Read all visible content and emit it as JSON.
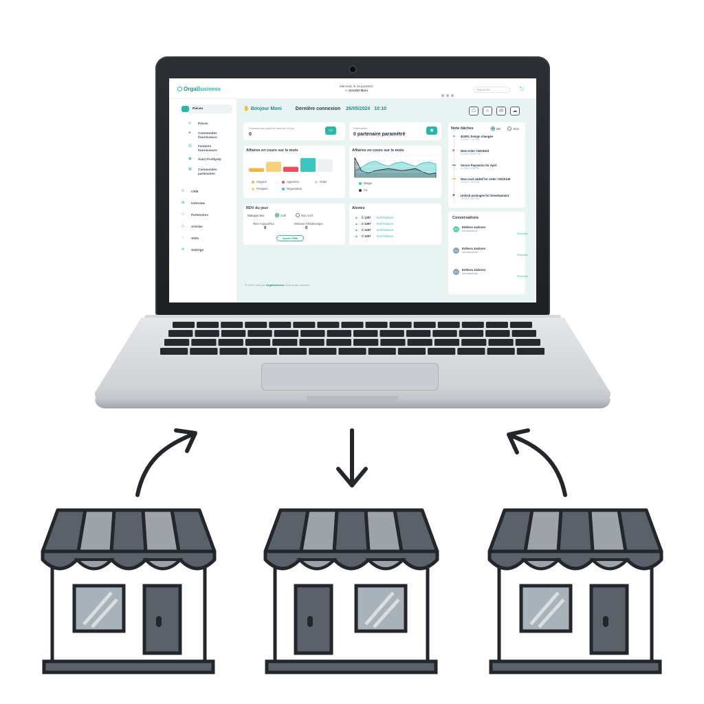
{
  "app": {
    "logo_prefix": "Orga",
    "logo_suffix": "Business",
    "date": "Mercredi, le 19 juin2024",
    "user": "AOUAD Moni",
    "search_placeholder": "Orgazone",
    "exit_icon": "logout-icon"
  },
  "sidebar": {
    "active": "Pièces",
    "sub_items": [
      {
        "label": "Pièces",
        "icon": "parts-icon"
      },
      {
        "label": "Commandes fournisseurs",
        "icon": "orders-icon"
      },
      {
        "label": "Factures fournisseurs",
        "icon": "invoice-icon"
      },
      {
        "label": "Suivi Prod/prép",
        "icon": "tracking-icon"
      },
      {
        "label": "Commandes partenaires",
        "icon": "partner-orders-icon"
      }
    ],
    "items": [
      {
        "label": "CRM",
        "icon": "phone-icon"
      },
      {
        "label": "Interview",
        "icon": "car-icon"
      },
      {
        "label": "Partenaires",
        "icon": "users-icon"
      },
      {
        "label": "Articles",
        "icon": "bag-icon"
      },
      {
        "label": "Stats",
        "icon": "stats-icon"
      },
      {
        "label": "Settings",
        "icon": "gear-icon"
      }
    ]
  },
  "header": {
    "greeting": "Bonjour Moni",
    "last_login_label": "Dernière connexion",
    "last_login_date": "26/05/2024",
    "last_login_time": "10:10"
  },
  "cards": {
    "unpaid_invoices": {
      "label": "Factures non payé de plus de 3 mois",
      "value": "0"
    },
    "partners": {
      "label": "Partenaires",
      "value": "0 partenaire paramétré"
    }
  },
  "bar_chart": {
    "title": "Affaires en cours sur le mois",
    "legend": [
      {
        "label": "Suspect",
        "color": "#f2b547"
      },
      {
        "label": "Approche",
        "color": "#e8505b"
      },
      {
        "label": "Order",
        "color": "#cfd6da"
      },
      {
        "label": "Prospect",
        "color": "#f7d27a"
      },
      {
        "label": "Negociation",
        "color": "#3cc6c0"
      }
    ]
  },
  "area_chart": {
    "title": "Affaires en cours sur le mois",
    "legend": [
      {
        "label": "Marge",
        "color": "#3cc6c0"
      },
      {
        "label": "Ca",
        "color": "#2c3a46"
      }
    ]
  },
  "chart_data": [
    {
      "type": "bar",
      "title": "Affaires en cours sur le mois",
      "categories": [
        "Suspect",
        "Prospect",
        "Approche",
        "Negociation",
        "Order"
      ],
      "values": [
        3,
        8,
        4,
        11,
        10
      ],
      "colors": [
        "#f2b547",
        "#f7d27a",
        "#e8505b",
        "#3cc6c0",
        "#eef1f3"
      ],
      "ylim": [
        0,
        12
      ]
    },
    {
      "type": "area",
      "title": "Affaires en cours sur le mois",
      "x": [
        0,
        1,
        2,
        3,
        4,
        5,
        6,
        7,
        8,
        9,
        10,
        11,
        12
      ],
      "series": [
        {
          "name": "Marge",
          "values": [
            6,
            9,
            13,
            15,
            12,
            10,
            13,
            14,
            12,
            10,
            13,
            14,
            12
          ],
          "color": "#3cc6c0"
        },
        {
          "name": "Ca",
          "values": [
            18,
            6,
            4,
            6,
            7,
            8,
            7,
            6,
            7,
            8,
            5,
            3,
            4
          ],
          "color": "#2c3a46"
        }
      ],
      "ylim": [
        0,
        20
      ]
    }
  ],
  "rdv": {
    "title": "RDV du jour",
    "filter_label": "Dialogue box",
    "option_active": "Actif",
    "option_inactive": "Non Actif",
    "today_label": "RDV Aujourd'hui",
    "today_value": "0",
    "phone_label": "Relance Téléphonique",
    "phone_value": "0",
    "button": "Accès CRM"
  },
  "alerts": {
    "title": "Alertes",
    "rows": [
      {
        "code": "C 1297",
        "label": "Sort Parbone"
      },
      {
        "code": "C 1297",
        "label": "Sort Parbone"
      },
      {
        "code": "C 1297",
        "label": "Sort Parbone"
      },
      {
        "code": "C 1297",
        "label": "Sort Parbone"
      }
    ]
  },
  "notes": {
    "title": "Note /tâches",
    "option_a": "Mis",
    "option_b": "Tous",
    "items": [
      {
        "title": "$2400, Design changes",
        "date": "22 DEC 7:20 PM",
        "icon": "bell-icon",
        "color": "#2bb7a8"
      },
      {
        "title": "New order #4219423",
        "date": "21 DEC 11:00 PM",
        "icon": "cart-icon",
        "color": "#e8505b"
      },
      {
        "title": "Server Payments for April",
        "date": "21 DEC 9:28 PM",
        "icon": "card-icon",
        "color": "#3f7fd8"
      },
      {
        "title": "New card added for order #3210145",
        "date": "20 DEC 3:52 PM",
        "icon": "wallet-icon",
        "color": "#f2b547"
      },
      {
        "title": "Unlock packages for Development",
        "date": "18 DEC 4:41 PM",
        "icon": "package-icon",
        "color": "#8a5bd6"
      }
    ]
  },
  "conversations": {
    "title": "Conversations",
    "items": [
      {
        "name": "Esthera Jackson",
        "message": "informazione",
        "reply": "Répondre",
        "initials": "EJ"
      },
      {
        "name": "Esthera Jackson",
        "message": "informazione",
        "reply": "Répondre",
        "initials": "EJ"
      },
      {
        "name": "Esthera Jackson",
        "message": "informazione",
        "reply": "Répondre",
        "initials": "EJ"
      }
    ]
  },
  "footer": {
    "prefix": "© 2024, créé par",
    "brand": "Orgabusiness",
    "suffix": "Tous droits réservés"
  }
}
